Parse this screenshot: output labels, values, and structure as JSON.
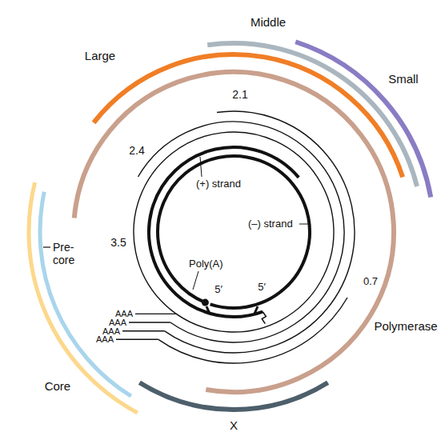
{
  "diagram": {
    "labels": [
      "Middle",
      "Large",
      "2.1",
      "Small",
      "2.4",
      "(+) strand",
      "(–) strand",
      "3.5",
      "Pre- core",
      "Poly(A)",
      "5′",
      "5′",
      "AAA",
      "AAA",
      "AAA",
      "AAA",
      "0.7",
      "Polymerase",
      "Core",
      "X"
    ]
  }
}
